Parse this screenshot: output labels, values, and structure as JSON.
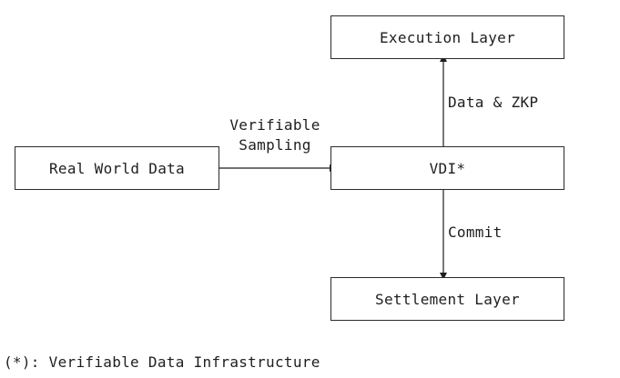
{
  "nodes": {
    "execution_layer": "Execution Layer",
    "vdi": "VDI*",
    "settlement_layer": "Settlement Layer",
    "real_world_data": "Real World Data"
  },
  "edges": {
    "sampling_line1": "Verifiable",
    "sampling_line2": "Sampling",
    "data_zkp": "Data & ZKP",
    "commit": "Commit"
  },
  "footnote": "(*): Verifiable Data Infrastructure"
}
